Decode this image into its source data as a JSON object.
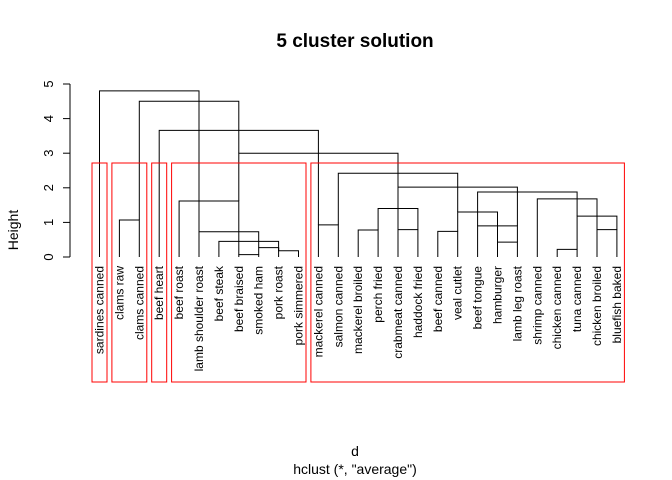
{
  "chart_data": {
    "type": "dendrogram",
    "title": "5 cluster solution",
    "ylabel": "Height",
    "xlabel": "d",
    "subtitle": "hclust (*, \"average\")",
    "ylim": [
      0,
      5
    ],
    "yticks": [
      "0",
      "1",
      "2",
      "3",
      "4",
      "5"
    ],
    "leaves": [
      "sardines canned",
      "clams raw",
      "clams canned",
      "beef heart",
      "beef roast",
      "lamb shoulder roast",
      "beef steak",
      "beef braised",
      "smoked ham",
      "pork roast",
      "pork simmered",
      "mackerel canned",
      "salmon canned",
      "mackerel broiled",
      "perch fried",
      "crabmeat canned",
      "haddock fried",
      "beef canned",
      "veal cutlet",
      "beef tongue",
      "hamburger",
      "lamb leg roast",
      "shrimp canned",
      "chicken canned",
      "tuna canned",
      "chicken broiled",
      "bluefish baked"
    ],
    "merges": [
      {
        "a": 8,
        "b": 9,
        "height": 0.07
      },
      {
        "a": 9,
        "b": 10,
        "height": 0.27
      },
      {
        "a": 10,
        "b": 11,
        "height": 0.18
      },
      {
        "a": 7,
        "b": 10,
        "height": 0.45
      },
      {
        "a": 6,
        "b": 9,
        "height": 0.73
      },
      {
        "a": 5,
        "b": 8,
        "height": 1.62
      },
      {
        "a": 2,
        "b": 3,
        "height": 1.07
      },
      {
        "a": 12,
        "b": 13,
        "height": 0.93
      },
      {
        "a": 14,
        "b": 15,
        "height": 0.78
      },
      {
        "a": 16,
        "b": 17,
        "height": 0.79
      },
      {
        "a": 15,
        "b": 17,
        "height": 1.4
      },
      {
        "a": 18,
        "b": 19,
        "height": 0.74
      },
      {
        "a": 21,
        "b": 22,
        "height": 0.43
      },
      {
        "a": 20,
        "b": 22,
        "height": 0.9
      },
      {
        "a": 19,
        "b": 21,
        "height": 1.3
      },
      {
        "a": 24,
        "b": 25,
        "height": 0.22
      },
      {
        "a": 26,
        "b": 27,
        "height": 0.79
      },
      {
        "a": 25,
        "b": 27,
        "height": 1.18
      },
      {
        "a": 23,
        "b": 26,
        "height": 1.68
      },
      {
        "a": 20,
        "b": 25,
        "height": 1.88
      },
      {
        "a": 16,
        "b": 22,
        "height": 2.02
      },
      {
        "a": 13,
        "b": 19,
        "height": 2.42
      },
      {
        "a": 8,
        "b": 16,
        "height": 3.0
      },
      {
        "a": 4,
        "b": 12,
        "height": 3.66
      },
      {
        "a": 3,
        "b": 8,
        "height": 4.5
      },
      {
        "a": 1,
        "b": 6,
        "height": 4.8
      }
    ],
    "clusters": [
      [
        1,
        1
      ],
      [
        2,
        3
      ],
      [
        4,
        4
      ],
      [
        5,
        11
      ],
      [
        12,
        27
      ]
    ],
    "cluster_box_color": "#ff0000",
    "line_color": "#000000"
  }
}
